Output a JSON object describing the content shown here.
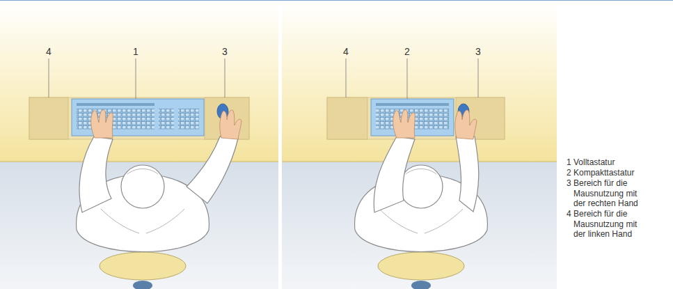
{
  "diagram": {
    "labels": [
      "4",
      "1",
      "3",
      "4",
      "2",
      "3",
      "1 Volltastatur",
      "2 Kompakttastatur",
      "3 Bereich für die Mausnutzung mit der rechten Hand",
      "4 Bereich für die Mausnutzung mit der linken Hand"
    ]
  }
}
